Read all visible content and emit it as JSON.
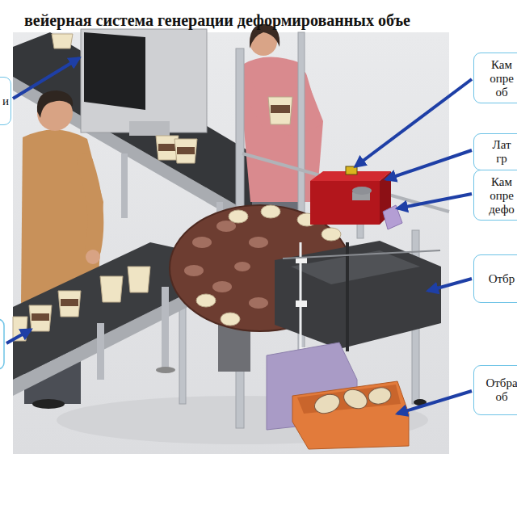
{
  "diagram": {
    "title": "вейерная система генерации деформированных объе",
    "nodes": [
      {
        "text": [
          "и"
        ]
      },
      {
        "text": [
          "Кам опре об"
        ]
      },
      {
        "text": [
          "Лат гр"
        ]
      },
      {
        "text": [
          "Кам опре дефо"
        ]
      },
      {
        "text": [
          "Отбр"
        ]
      },
      {
        "text": [
          "Отбра об"
        ]
      }
    ]
  }
}
